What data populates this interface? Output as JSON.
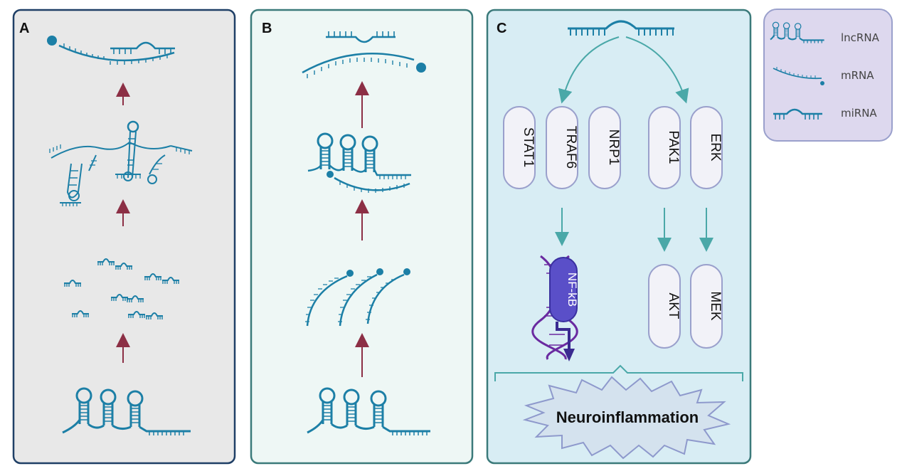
{
  "panels": {
    "a": {
      "letter": "A",
      "bg": "#e8e8e8",
      "border": "#1f3f66"
    },
    "b": {
      "letter": "B",
      "bg": "#eef7f5",
      "border": "#3b7a7a"
    },
    "c": {
      "letter": "C",
      "bg": "#d8edf4",
      "border": "#3b7a7a"
    }
  },
  "pathway": {
    "left_pills": [
      "STAT1",
      "TRAF6",
      "NRP1"
    ],
    "right_pills": [
      "PAK1",
      "ERK"
    ],
    "downstream": [
      "AKT",
      "MEK"
    ],
    "transcription_factor": "NF-kB",
    "outcome": "Neuroinflammation"
  },
  "legend": {
    "items": [
      {
        "label": "lncRNA",
        "icon": "lncrna-icon"
      },
      {
        "label": "mRNA",
        "icon": "mrna-icon"
      },
      {
        "label": "miRNA",
        "icon": "mirna-icon"
      }
    ],
    "bg": "#ddd8ee"
  },
  "colors": {
    "rna": "#1c7fa6",
    "up_arrow": "#8c2f45",
    "teal_arrow": "#4aa8a8",
    "pill_fill": "#f2f2f8",
    "pill_stroke": "#9aa0cc",
    "nfkb": "#5a4fc8",
    "dna": "#6a2aa0"
  }
}
